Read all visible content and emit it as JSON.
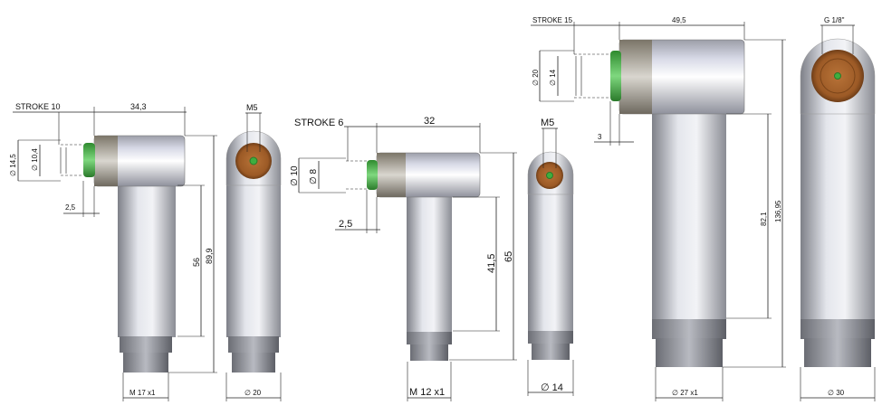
{
  "cyl1": {
    "stroke": "STROKE  10",
    "length": "34,3",
    "d_outer": "∅ 14,5",
    "d_inner": "∅ 10,4",
    "gap": "2,5",
    "h_body": "56",
    "h_total": "89,9",
    "thread": "M  17  x1",
    "port": "M5",
    "dia": "∅  20"
  },
  "cyl2": {
    "stroke": "STROKE  6",
    "length": "32",
    "d_outer": "∅ 10",
    "d_inner": "∅ 8",
    "gap": "2,5",
    "h_body": "41,5",
    "h_total": "65",
    "thread": "M  12  x1",
    "port": "M5",
    "dia": "∅  14"
  },
  "cyl3": {
    "stroke": "STROKE  15",
    "length": "49,5",
    "d_outer": "∅ 20",
    "d_inner": "∅ 14",
    "gap": "3",
    "h_body": "82,1",
    "h_total": "136,95",
    "thread": "∅  27  x1",
    "port": "G 1/8\"",
    "dia": "∅  30"
  },
  "colors": {
    "green": "#3fae3f",
    "bronze": "#a5642f",
    "steel": "#c9cbd2"
  }
}
